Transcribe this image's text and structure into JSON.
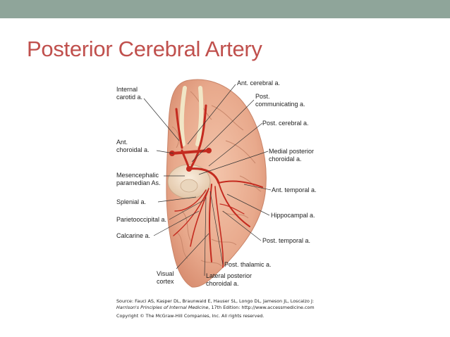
{
  "slide": {
    "title": "Posterior Cerebral Artery",
    "accent_color": "#c0504d",
    "band_color": "#8fa59a"
  },
  "diagram": {
    "labels_left": [
      {
        "line1": "Internal",
        "line2": "carotid a."
      },
      {
        "line1": "Ant.",
        "line2": "choroidal a."
      },
      {
        "line1": "Mesencephalic",
        "line2": "paramedian As."
      },
      {
        "line1": "Splenial a.",
        "line2": ""
      },
      {
        "line1": "Parietooccipital a.",
        "line2": ""
      },
      {
        "line1": "Calcarine a.",
        "line2": ""
      },
      {
        "line1": "Visual",
        "line2": "cortex"
      }
    ],
    "labels_right": [
      {
        "line1": "Ant. cerebral a.",
        "line2": ""
      },
      {
        "line1": "Post.",
        "line2": "communicating a."
      },
      {
        "line1": "Post. cerebral a.",
        "line2": ""
      },
      {
        "line1": "Medial posterior",
        "line2": "choroidal a."
      },
      {
        "line1": "Ant. temporal a.",
        "line2": ""
      },
      {
        "line1": "Hippocampal a.",
        "line2": ""
      },
      {
        "line1": "Post. temporal a.",
        "line2": ""
      },
      {
        "line1": "Post. thalamic a.",
        "line2": ""
      }
    ],
    "label_bottom": {
      "line1": "Lateral posterior",
      "line2": "choroidal a."
    },
    "source": {
      "line1": "Source: Fauci AS, Kasper DL, Braunwald E, Hauser SL, Longo DL, Jameson JL, Loscalzo J:",
      "line2_italic": "Harrison's Principles of Internal Medicine",
      "line2_rest": ", 17th Edition: http://www.accessmedicine.com",
      "line3": "Copyright © The McGraw-Hill Companies, Inc. All rights reserved."
    }
  }
}
